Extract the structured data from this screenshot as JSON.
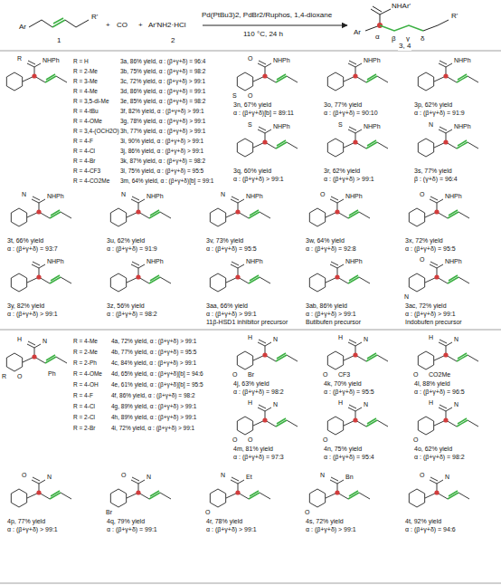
{
  "diagram": {
    "labels": [
      "Ar",
      "R'",
      "1",
      "+",
      "CO",
      "+",
      "Ar'NH2·HCl",
      "2",
      "Pd(PtBu3)2, PdBr2/Ruphos, 1,4-dioxane",
      "110 °C, 24 h",
      "NHAr'",
      "Ar",
      "α",
      "β",
      "γ",
      "δ",
      "R'",
      "3, 4",
      "NHPh",
      "R",
      "R = H",
      "3a, 86% yield, α : (β+γ+δ) = 96:4",
      "R = 2-Me",
      "3b, 75% yield, α : (β+γ+δ) = 98:2",
      "R = 3-Me",
      "3c, 72% yield, α : (β+γ+δ) > 99:1",
      "R = 4-Me",
      "3d, 86% yield, α : (β+γ+δ) = 99:1",
      "R = 3,5-di-Me",
      "3e, 85% yield, α : (β+γ+δ) = 98:2",
      "R = 4-tBu",
      "3f, 82% yield, α : (β+γ+δ) > 99:1",
      "R = 4-OMe",
      "3g, 78% yield, α : (β+γ+δ) > 99:1",
      "R = 3,4-(OCH2O)",
      "3h, 77% yield, α : (β+γ+δ) > 99:1",
      "R = 4-F",
      "3i, 90% yield, α : (β+γ+δ) > 99:1",
      "R = 4-Cl",
      "3j, 86% yield, α : (β+γ+δ) > 99:1",
      "R = 4-Br",
      "3k, 87% yield, α : (β+γ+δ) = 98:2",
      "R = 4-CF3",
      "3l, 75% yield, α : (β+γ+δ) = 95:5",
      "R = 4-CO2Me",
      "3m, 64% yield, α : (β+γ+δ)[b] = 99:1",
      "NHPh",
      "O",
      "S",
      "O",
      "3n, 67% yield",
      "α : (β+γ+δ)[b] = 89:11",
      "NHPh",
      "3o, 77% yield",
      "α : (β+γ+δ) = 90:10",
      "NHPh",
      "3p, 62% yield",
      "α : (β+γ+δ) = 91:9",
      "NHPh",
      "S",
      "3q, 60% yield",
      "α : (β+γ+δ) > 99:1",
      "NHPh",
      "S",
      "3r, 62% yield",
      "α : (β+γ+δ) > 99:1",
      "NHPh",
      "N",
      "3s, 77% yield",
      "β : (γ+δ) = 96:4",
      "NHPh",
      "N",
      "3t, 66% yield",
      "α : (β+γ+δ) = 93:7",
      "NHPh",
      "N",
      "3u, 62% yield",
      "α : (β+γ+δ) = 91:9",
      "NHPh",
      "N",
      "3v, 73% yield",
      "α : (β+γ+δ) = 95:5",
      "NHPh",
      "O",
      "3w, 64% yield",
      "α : (β+γ+δ) = 92:8",
      "NHPh",
      "O",
      "3x, 72% yield",
      "α : (β+γ+δ) = 95:5",
      "NHPh",
      "3y, 82% yield",
      "α : (β+γ+δ) > 99:1",
      "NHPh",
      "3z, 56% yield",
      "α : (β+γ+δ) = 98:2",
      "NHPh",
      "3aa, 66% yield",
      "α : (β+γ+δ) > 99:1",
      "11β-HSD1 inhibitor precursor",
      "NHPh",
      "3ab, 86% yield",
      "α : (β+γ+δ) > 99:1",
      "Butibufen precursor",
      "NHPh",
      "O",
      "N",
      "3ac, 72% yield",
      "α : (β+γ+δ) > 99:1",
      "Indobufen precursor",
      "N",
      "H",
      "R",
      "O",
      "Ph",
      "R = 4-Me",
      "4a, 72% yield, α : (β+γ+δ) > 99:1",
      "R = 2-Me",
      "4b, 77% yield, α : (β+γ+δ) = 95:5",
      "R = 2-Ph",
      "4c, 84% yield, α : (β+γ+δ) > 99:1",
      "R = 4-OMe",
      "4d, 65% yield, α : (β+γ+δ)[b] = 94:6",
      "R = 4-OH",
      "4e, 61% yield, α : (β+γ+δ)[b] = 95:5",
      "R = 4-F",
      "4f, 86% yield, α : (β+γ+δ) = 98:2",
      "R = 4-Cl",
      "4g, 89% yield, α : (β+γ+δ) > 99:1",
      "R = 2-Cl",
      "4h, 89% yield, α : (β+γ+δ) > 99:1",
      "R = 2-Br",
      "4i, 72% yield, α : (β+γ+δ) > 99:1",
      "N",
      "H",
      "O",
      "Br",
      "4j, 63% yield",
      "α : (β+γ+δ) = 98:2",
      "N",
      "H",
      "O",
      "CF3",
      "4k, 70% yield",
      "α : (β+γ+δ) = 95:5",
      "N",
      "H",
      "O",
      "CO2Me",
      "4l, 88% yield",
      "α : (β+γ+δ) = 96:5",
      "N",
      "H",
      "O",
      "O",
      "4m, 81% yield",
      "α : (β+γ+δ) = 97:3",
      "N",
      "H",
      "O",
      "4n, 75% yield",
      "α : (β+γ+δ) = 95:4",
      "N",
      "H",
      "O",
      "4o, 62% yield",
      "α : (β+γ+δ) = 98:2",
      "N",
      "O",
      "4p, 77% yield",
      "α : (β+γ+δ) > 99:1",
      "N",
      "O",
      "Br",
      "4q, 79% yield",
      "α : (β+γ+δ) = 99:1",
      "Et",
      "N",
      "O",
      "4r, 78% yield",
      "α : (β+γ+δ) > 99:1",
      "Bn",
      "N",
      "O",
      "4s, 72% yield",
      "α : (β+γ+δ) > 99:1",
      "N",
      "O",
      "4t, 92% yield",
      "α : (β+γ+δ) = 94:6"
    ]
  }
}
